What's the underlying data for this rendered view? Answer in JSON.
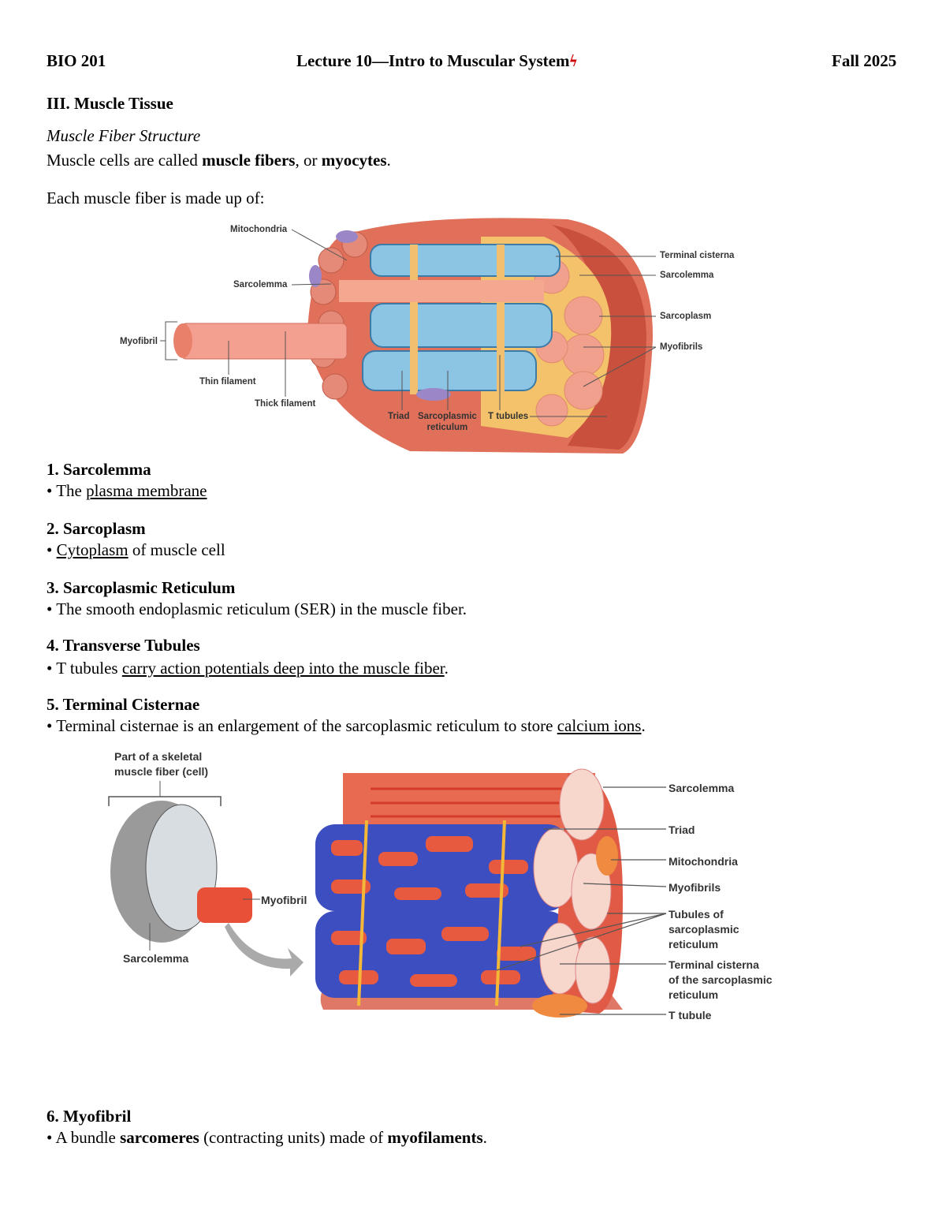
{
  "header": {
    "course": "BIO 201",
    "title": "Lecture 10—Intro to Muscular System",
    "term": "Fall 2025",
    "title_mark_color": "#cc0000"
  },
  "section_heading": "III. Muscle Tissue",
  "subheading": "Muscle Fiber Structure",
  "intro": {
    "pre": "Muscle cells are called ",
    "term1": "muscle fibers",
    "mid": ", or ",
    "term2": "myocytes",
    "post": "."
  },
  "made_up_of": "Each muscle fiber is made up of:",
  "figure1": {
    "labels": {
      "mitochondria": "Mitochondria",
      "sarcolemma_left": "Sarcolemma",
      "myofibril": "Myofibril",
      "thin_filament": "Thin filament",
      "thick_filament": "Thick filament",
      "triad": "Triad",
      "sarcoplasmic_reticulum_1": "Sarcoplasmic",
      "sarcoplasmic_reticulum_2": "reticulum",
      "t_tubules": "T tubules",
      "terminal_cisterna": "Terminal cisterna",
      "sarcolemma_right": "Sarcolemma",
      "sarcoplasm": "Sarcoplasm",
      "myofibrils": "Myofibrils"
    }
  },
  "items": [
    {
      "heading": "1. Sarcolemma",
      "bullet": "• ",
      "pre": "The ",
      "u": "plasma membrane",
      "post": ""
    },
    {
      "heading": "2. Sarcoplasm",
      "bullet": "• ",
      "pre": "",
      "u": "Cytoplasm",
      "post": " of muscle cell"
    },
    {
      "heading": "3. Sarcoplasmic Reticulum",
      "bullet": "• ",
      "pre": "The smooth endoplasmic reticulum (SER) in the muscle fiber.",
      "u": "",
      "post": ""
    },
    {
      "heading": "4. Transverse Tubules",
      "bullet": "• ",
      "pre": "T tubules ",
      "u": "carry action potentials deep into the muscle fiber",
      "post": "."
    },
    {
      "heading": "5. Terminal Cisternae",
      "bullet": "• ",
      "pre": "Terminal cisternae is an enlargement of the sarcoplasmic reticulum to store ",
      "u": "calcium ions",
      "post": "."
    },
    {
      "heading": "6. Myofibril",
      "bullet": "• ",
      "pre": "A bundle ",
      "b1": "sarcomeres",
      "mid": " (contracting units) made of ",
      "b2": "myofilaments",
      "post": "."
    }
  ],
  "figure2": {
    "labels": {
      "part_of_1": "Part of a skeletal",
      "part_of_2": "muscle fiber (cell)",
      "myofibril": "Myofibril",
      "sarcolemma_left": "Sarcolemma",
      "sarcolemma": "Sarcolemma",
      "triad": "Triad",
      "mitochondria": "Mitochondria",
      "myofibrils": "Myofibrils",
      "tubules_1": "Tubules of",
      "tubules_2": "sarcoplasmic",
      "tubules_3": "reticulum",
      "terminal_1": "Terminal cisterna",
      "terminal_2": "of the sarcoplasmic",
      "terminal_3": "reticulum",
      "t_tubule": "T tubule"
    }
  }
}
